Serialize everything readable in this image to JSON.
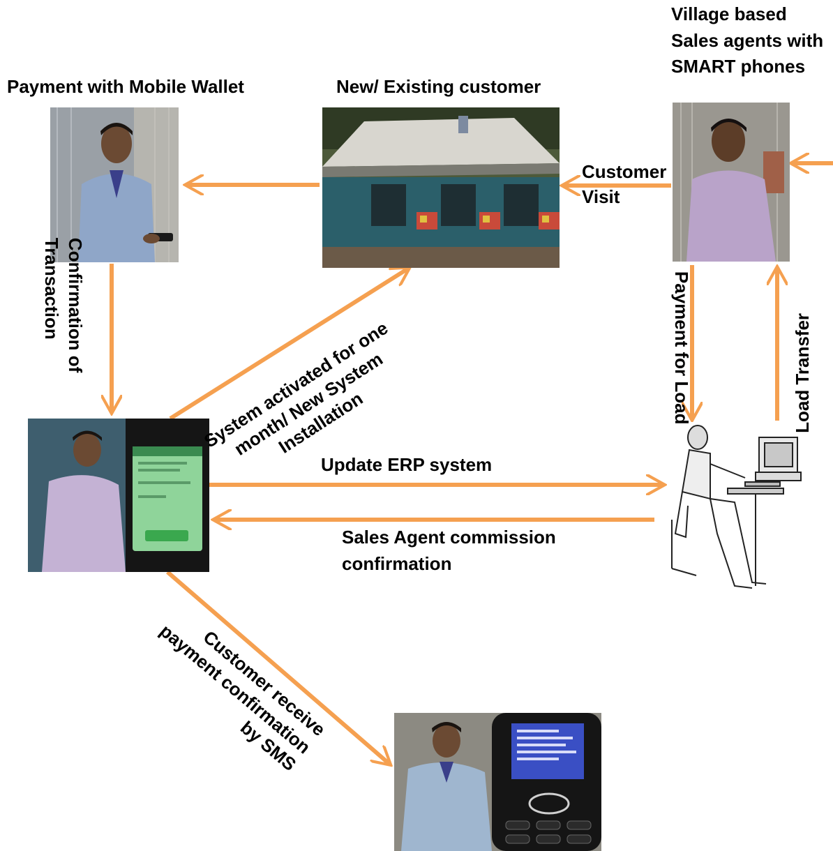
{
  "nodes": {
    "sales_agent_title": [
      "Village based",
      "Sales agents with",
      "SMART phones"
    ],
    "wallet_title": "Payment with Mobile Wallet",
    "customer_title": "New/ Existing customer"
  },
  "edges": {
    "customer_visit": [
      "Customer",
      "Visit"
    ],
    "confirmation": [
      "Confirmation of",
      "Transaction"
    ],
    "payment_for_load": "Payment for Load",
    "load_transfer": "Load Transfer",
    "system_activated": [
      "System activated for one",
      "month/ New System",
      "Installation"
    ],
    "update_erp": "Update ERP system",
    "commission": [
      "Sales Agent commission",
      "confirmation"
    ],
    "sms": [
      "Customer receive",
      "payment confirmation",
      "by SMS"
    ]
  },
  "colors": {
    "arrow": "#f5a050",
    "wall": "#8a8f96",
    "shirt_blue": "#8fa6c8",
    "shirt_purple": "#b9a3c9"
  },
  "icons": [
    "person-photo",
    "house-photo",
    "smartphone-photo",
    "desk-computer-illustration",
    "feature-phone-photo"
  ]
}
